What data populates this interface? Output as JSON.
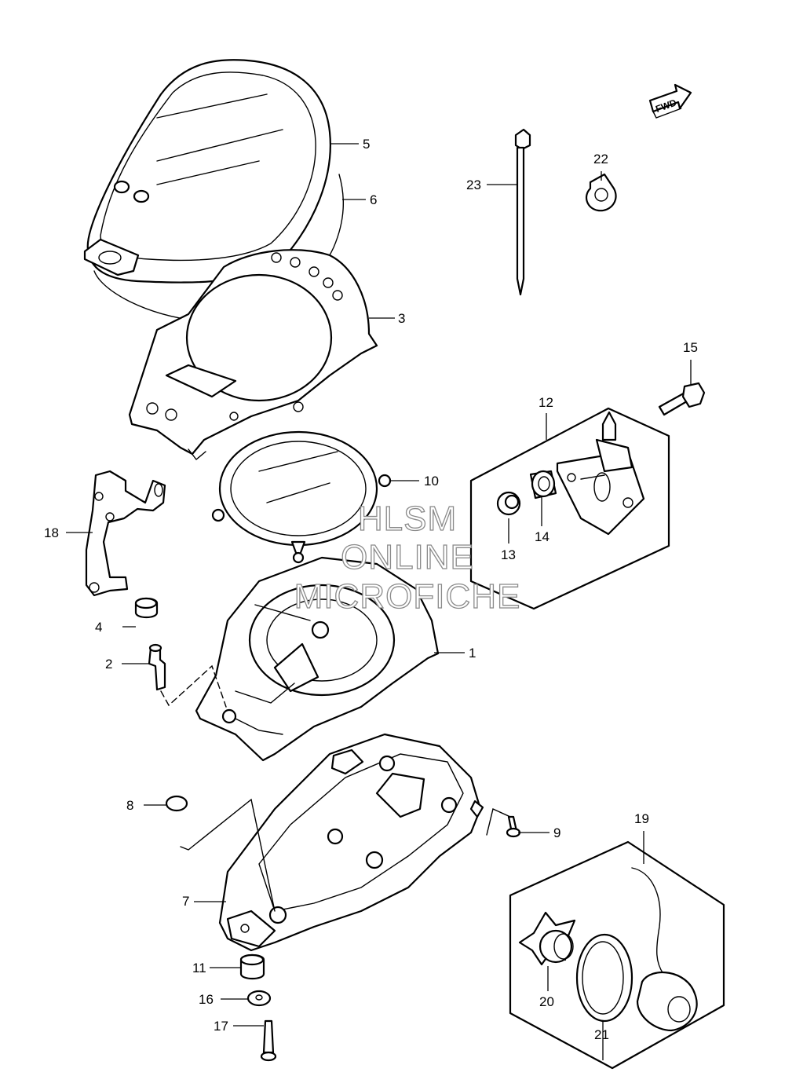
{
  "watermark": {
    "line1": "HLSM",
    "line2": "ONLINE",
    "line3": "MICROFICHE"
  },
  "fwd_label": "FWD",
  "callouts": {
    "c1": "1",
    "c2": "2",
    "c3": "3",
    "c4": "4",
    "c5": "5",
    "c6": "6",
    "c7": "7",
    "c8": "8",
    "c9": "9",
    "c10": "10",
    "c11": "11",
    "c12": "12",
    "c13": "13",
    "c14": "14",
    "c15": "15",
    "c16": "16",
    "c17": "17",
    "c18": "18",
    "c19": "19",
    "c20": "20",
    "c21": "21",
    "c22": "22",
    "c23": "23"
  }
}
